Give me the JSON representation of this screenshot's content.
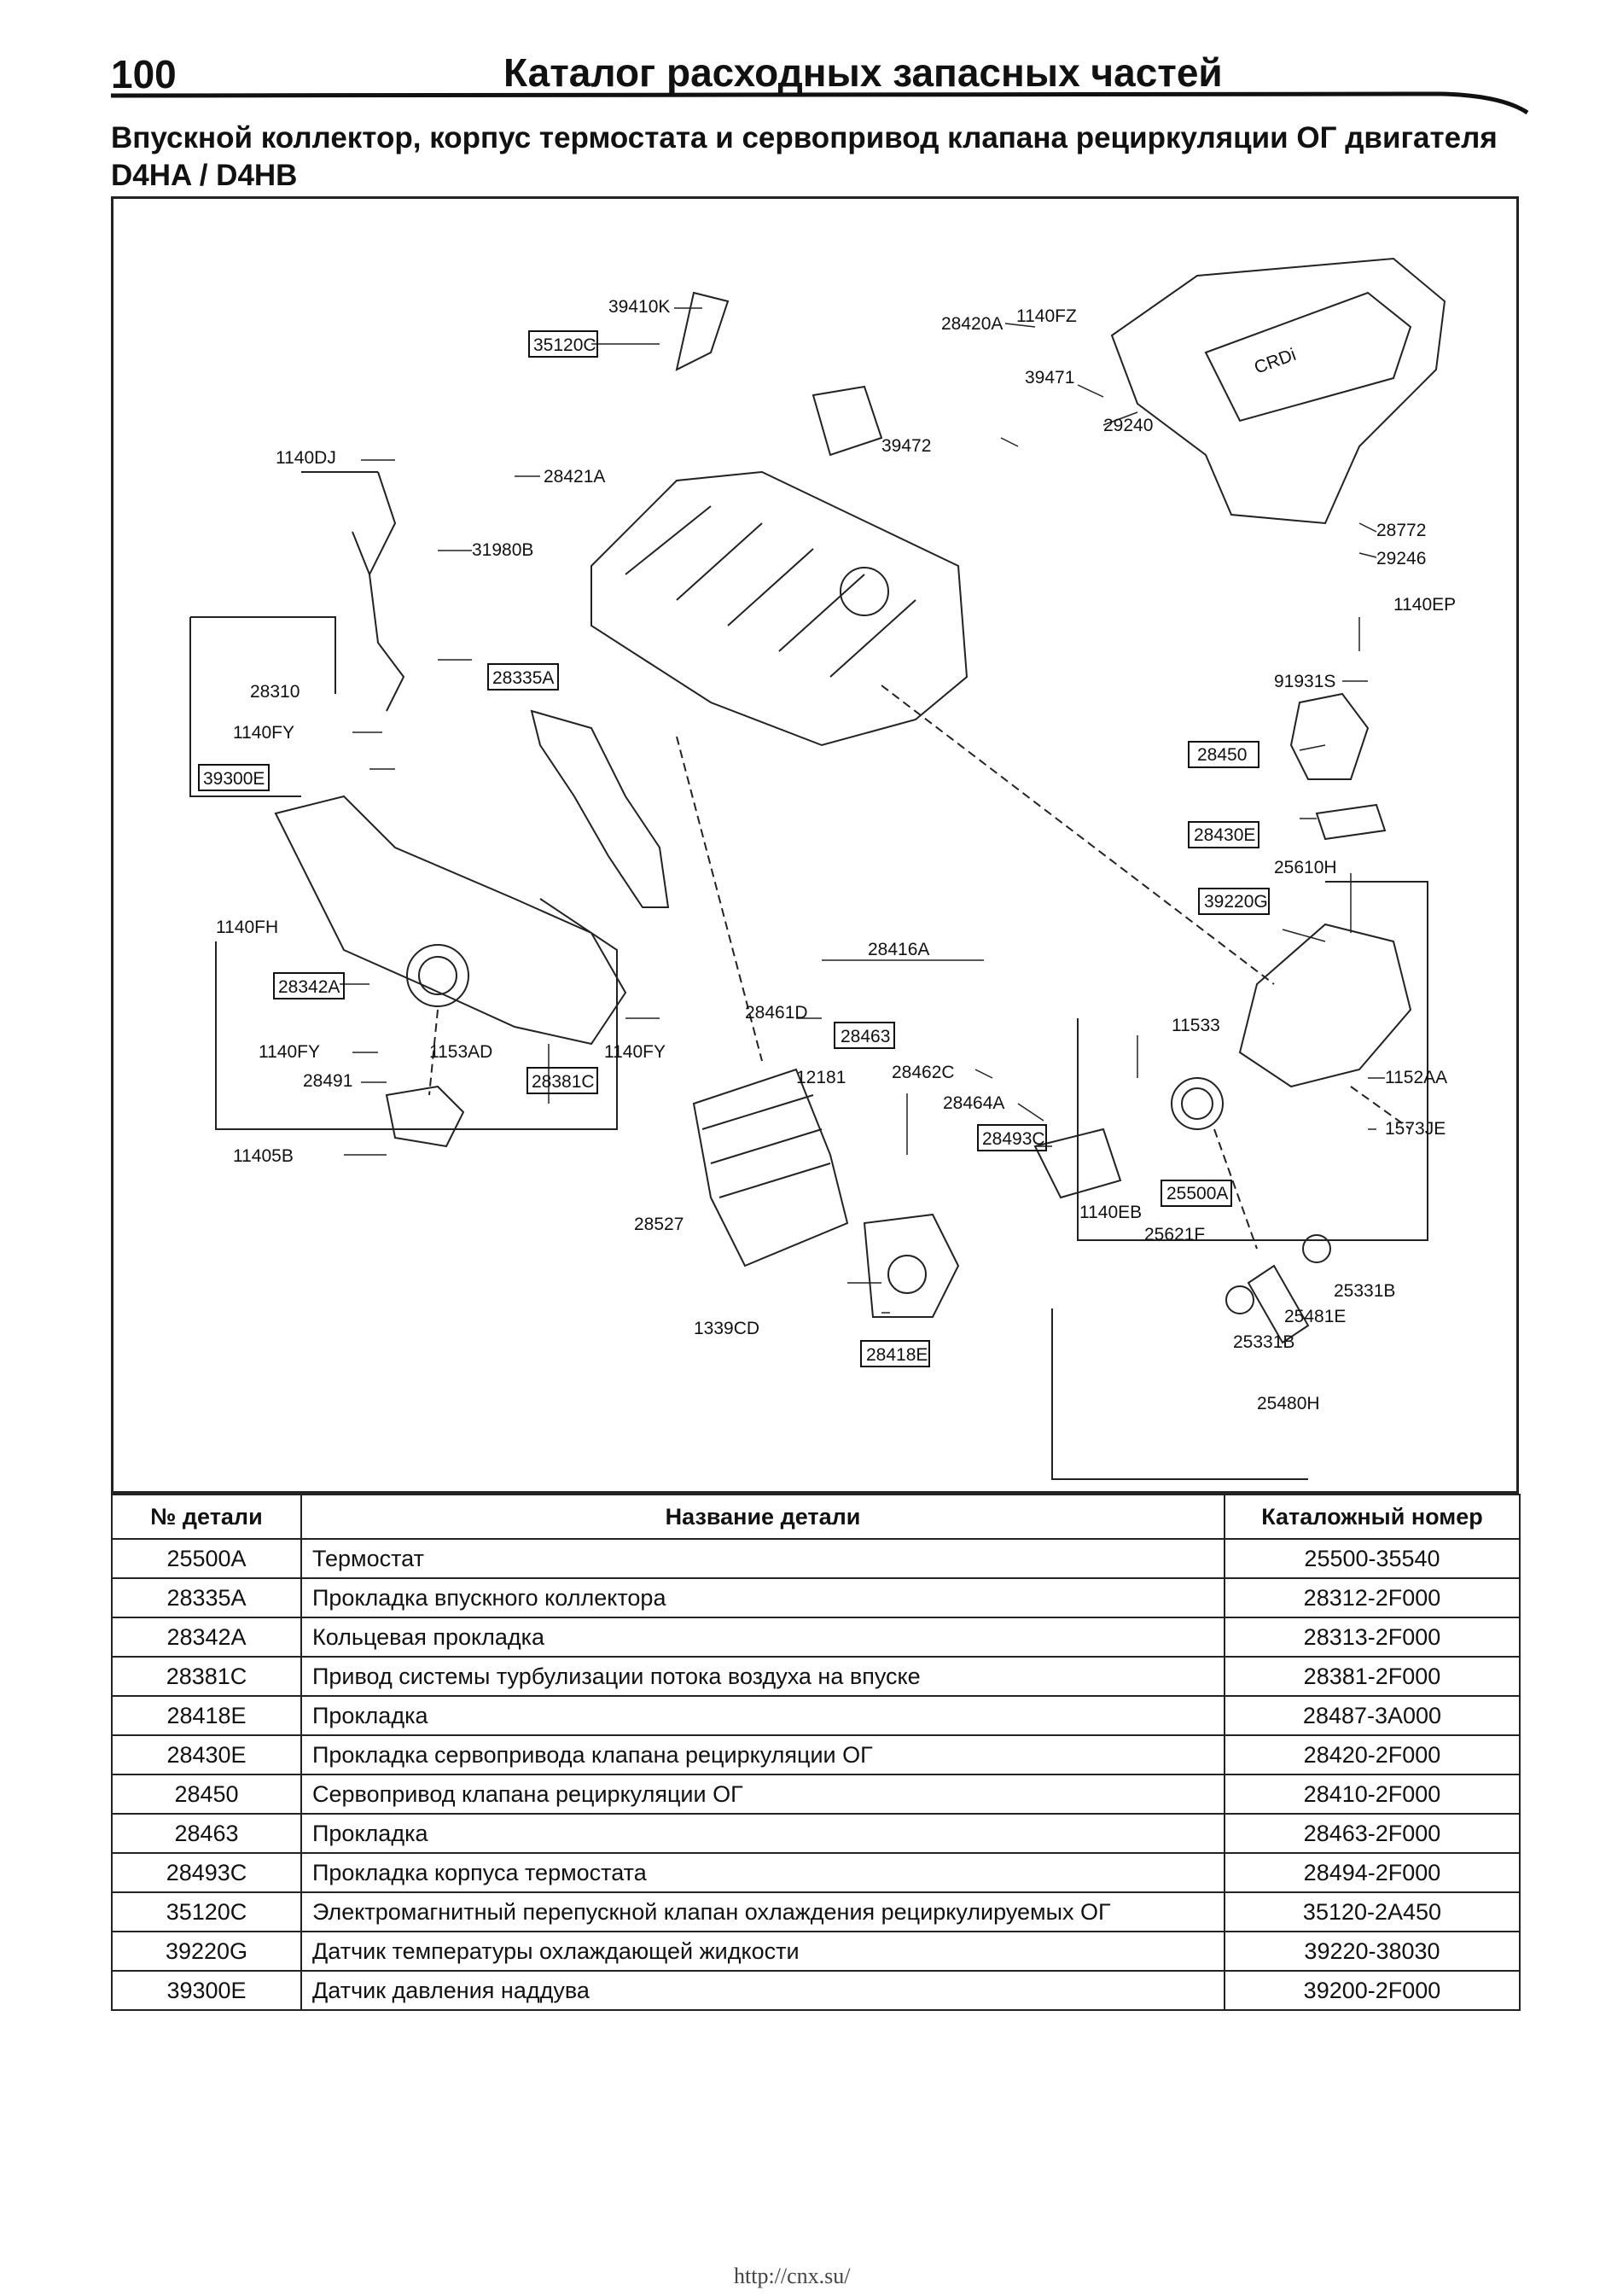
{
  "header": {
    "page_number": "100",
    "running_title": "Каталог расходных запасных частей"
  },
  "section_title": "Впускной коллектор, корпус термостата и сервопривод клапана рециркуляции ОГ двигателя D4HA / D4HB",
  "diagram": {
    "labels": {
      "p39410K": "39410K",
      "p35120C": "35120C",
      "p28420A": "28420A",
      "p1140FZ": "1140FZ",
      "p39471": "39471",
      "p39472": "39472",
      "p29240": "29240",
      "p28772": "28772",
      "p29246": "29246",
      "p1140EP": "1140EP",
      "p91931S": "91931S",
      "p28450": "28450",
      "p28430E": "28430E",
      "p25610H": "25610H",
      "p39220G": "39220G",
      "p11533": "11533",
      "p1152AA": "1152AA",
      "p1573JE": "1573JE",
      "p1140EB": "1140EB",
      "p25500A": "25500A",
      "p25621F": "25621F",
      "p25331B_a": "25331B",
      "p25481E": "25481E",
      "p25331B_b": "25331B",
      "p25480H": "25480H",
      "p1140DJ": "1140DJ",
      "p28421A": "28421A",
      "p31980B": "31980B",
      "p28335A": "28335A",
      "p28310": "28310",
      "p1140FY_a": "1140FY",
      "p39300E": "39300E",
      "p1140FH": "1140FH",
      "p28342A": "28342A",
      "p1140FY_b": "1140FY",
      "p1153AD": "1153AD",
      "p28381C": "28381C",
      "p1140FY_c": "1140FY",
      "p28491": "28491",
      "p11405B": "11405B",
      "p28416A": "28416A",
      "p28461D": "28461D",
      "p28463": "28463",
      "p12181": "12181",
      "p28462C": "28462C",
      "p28464A": "28464A",
      "p28493C": "28493C",
      "p28527": "28527",
      "p1339CD": "1339CD",
      "p28418E": "28418E"
    }
  },
  "table": {
    "headers": [
      "№ детали",
      "Название детали",
      "Каталожный номер"
    ],
    "rows": [
      {
        "part": "25500A",
        "name": "Термостат",
        "catalog": "25500-35540"
      },
      {
        "part": "28335A",
        "name": "Прокладка впускного коллектора",
        "catalog": "28312-2F000"
      },
      {
        "part": "28342A",
        "name": "Кольцевая прокладка",
        "catalog": "28313-2F000"
      },
      {
        "part": "28381C",
        "name": "Привод системы турбулизации потока воздуха на впуске",
        "catalog": "28381-2F000"
      },
      {
        "part": "28418E",
        "name": "Прокладка",
        "catalog": "28487-3A000"
      },
      {
        "part": "28430E",
        "name": "Прокладка сервопривода клапана рециркуляции ОГ",
        "catalog": "28420-2F000"
      },
      {
        "part": "28450",
        "name": "Сервопривод клапана рециркуляции ОГ",
        "catalog": "28410-2F000"
      },
      {
        "part": "28463",
        "name": "Прокладка",
        "catalog": "28463-2F000"
      },
      {
        "part": "28493C",
        "name": "Прокладка корпуса термостата",
        "catalog": "28494-2F000"
      },
      {
        "part": "35120C",
        "name": "Электромагнитный перепускной клапан охлаждения рециркулируемых ОГ",
        "catalog": "35120-2A450"
      },
      {
        "part": "39220G",
        "name": "Датчик температуры охлаждающей жидкости",
        "catalog": "39220-38030"
      },
      {
        "part": "39300E",
        "name": "Датчик давления наддува",
        "catalog": "39200-2F000"
      }
    ]
  },
  "footer": {
    "url": "http://cnx.su/"
  }
}
